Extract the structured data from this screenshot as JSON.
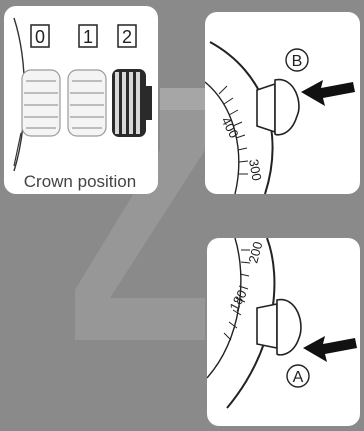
{
  "crown": {
    "positions": [
      "0",
      "1",
      "2"
    ],
    "caption": "Crown position"
  },
  "pusher_b": {
    "label": "B",
    "scale_numbers": [
      "400",
      "300"
    ]
  },
  "pusher_a": {
    "label": "A",
    "scale_numbers": [
      "200",
      "180"
    ]
  },
  "colors": {
    "background": "#8a8a8a",
    "panel": "#ffffff",
    "ink": "#111111",
    "z_mark": "#a8a8a8"
  }
}
